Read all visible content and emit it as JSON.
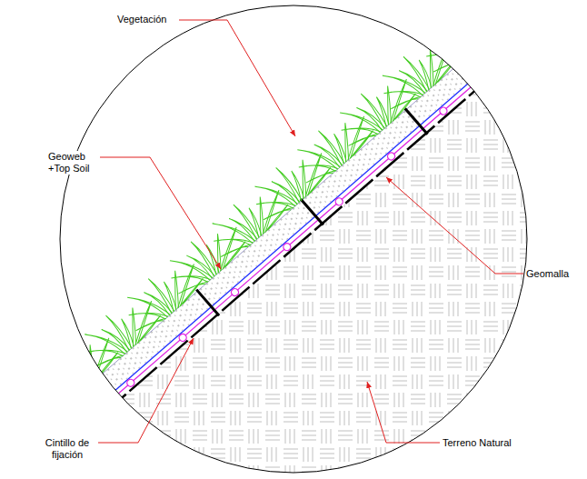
{
  "diagram": {
    "labels": [
      "Vegetación",
      "Geoweb +Top Soil",
      "Geomalla",
      "Cintillo de fijación",
      "Terreno Natural"
    ]
  }
}
